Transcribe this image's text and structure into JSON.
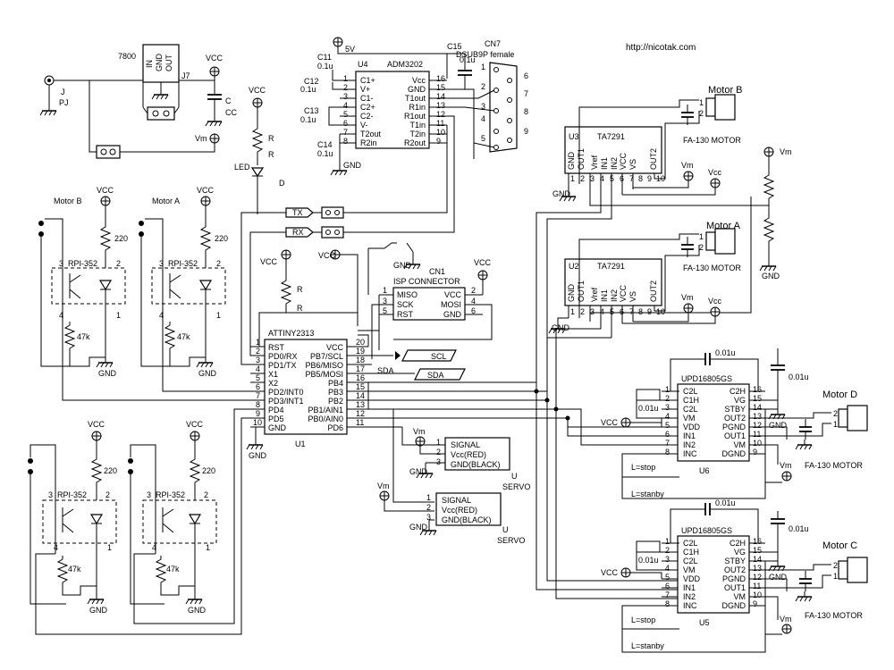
{
  "url": "http://nicotak.com",
  "labels": {
    "reg": "7800",
    "reg_pins": [
      "IN",
      "GND",
      "OUT"
    ],
    "j7": "J7",
    "jack1": "J",
    "jack2": "PJ",
    "cap_c": "C",
    "cap_cc": "CC",
    "r": "R",
    "led": "LED",
    "d": "D",
    "vcc": "VCC",
    "vcc_small": "Vcc",
    "vm": "Vm",
    "gnd": "GND",
    "v5": "5V",
    "tx": "TX",
    "rx": "RX",
    "scl": "SCL",
    "sda": "SDA",
    "r220": "220",
    "r47k": "47k",
    "cap01": "0.1u",
    "cap001": "0.01u",
    "fa130": "FA-130 MOTOR",
    "servo": "SERVO",
    "u": "U",
    "l_stop": "L=stop",
    "l_stanby": "L=stanby"
  },
  "adm": {
    "ref": "U4",
    "name": "ADM3202",
    "caps": [
      "C11",
      "C12",
      "C13",
      "C14",
      "C15"
    ],
    "left_pins": [
      "C1+",
      "V+",
      "C1-",
      "C2+",
      "C2-",
      "V-",
      "T2out",
      "R2in"
    ],
    "left_nums": [
      "1",
      "2",
      "3",
      "4",
      "5",
      "6",
      "7",
      "8"
    ],
    "right_pins": [
      "Vcc",
      "GND",
      "T1out",
      "R1in",
      "R1out",
      "T1in",
      "T2in",
      "R2out"
    ],
    "right_nums": [
      "16",
      "15",
      "14",
      "13",
      "12",
      "11",
      "10",
      "9"
    ]
  },
  "dsub": {
    "ref": "CN7",
    "name": "DSUB9P female",
    "nums": [
      "1",
      "2",
      "3",
      "4",
      "5",
      "6",
      "7",
      "8",
      "9"
    ]
  },
  "isp": {
    "ref": "CN1",
    "name": "ISP CONNECTOR",
    "left_pins": [
      "MISO",
      "SCK",
      "RST"
    ],
    "right_pins": [
      "VCC",
      "MOSI",
      "GND"
    ],
    "nums": [
      "1",
      "2",
      "3",
      "4",
      "5",
      "6"
    ]
  },
  "mcu": {
    "ref": "U1",
    "name": "ATTINY2313",
    "left_pins": [
      "RST",
      "PD0/RX",
      "PD1/TX",
      "X1",
      "X2",
      "PD2/INT0",
      "PD3/INT1",
      "PD4",
      "PD5",
      "GND"
    ],
    "left_nums": [
      "1",
      "2",
      "3",
      "4",
      "5",
      "6",
      "7",
      "8",
      "9",
      "10"
    ],
    "right_pins": [
      "VCC",
      "PB7/SCL",
      "PB6/MISO",
      "PB5/MOSI",
      "PB4",
      "PB3",
      "PB2",
      "PB1/AIN1",
      "PB0/AIN0",
      "PD6"
    ],
    "right_nums": [
      "20",
      "19",
      "18",
      "17",
      "16",
      "15",
      "14",
      "13",
      "12",
      "11"
    ]
  },
  "ta": {
    "name": "TA7291",
    "pins": [
      "GND",
      "OUT1",
      "Vref",
      "IN1",
      "IN2",
      "VCC",
      "VS",
      "OUT2"
    ],
    "nums": [
      "1",
      "2",
      "3",
      "4",
      "5",
      "6",
      "7",
      "8",
      "9",
      "10"
    ],
    "units": [
      {
        "ref": "U3",
        "motor": "Motor B"
      },
      {
        "ref": "U2",
        "motor": "Motor A"
      }
    ]
  },
  "upd": {
    "name": "UPD16805GS",
    "left_pins": [
      "C2L",
      "C1H",
      "C2L",
      "VM",
      "VDD",
      "IN1",
      "IN2",
      "INC"
    ],
    "left_nums": [
      "1",
      "2",
      "3",
      "4",
      "5",
      "6",
      "7",
      "8"
    ],
    "right_pins": [
      "C2H",
      "VG",
      "STBY",
      "OUT2",
      "PGND",
      "OUT1",
      "VM",
      "DGND"
    ],
    "right_nums": [
      "16",
      "15",
      "14",
      "13",
      "12",
      "11",
      "10",
      "9"
    ],
    "units": [
      {
        "ref": "U6",
        "motor": "Motor D"
      },
      {
        "ref": "U5",
        "motor": "Motor C"
      }
    ]
  },
  "sensor": {
    "name": "RPI-352",
    "motors": [
      "Motor B",
      "Motor A"
    ],
    "pins": [
      "1",
      "2",
      "3",
      "4"
    ]
  },
  "servo": {
    "pins": [
      "SIGNAL",
      "Vcc(RED)",
      "GND(BLACK)"
    ],
    "nums": [
      "1",
      "2",
      "3"
    ]
  },
  "motor_pins": [
    "1",
    "2"
  ]
}
